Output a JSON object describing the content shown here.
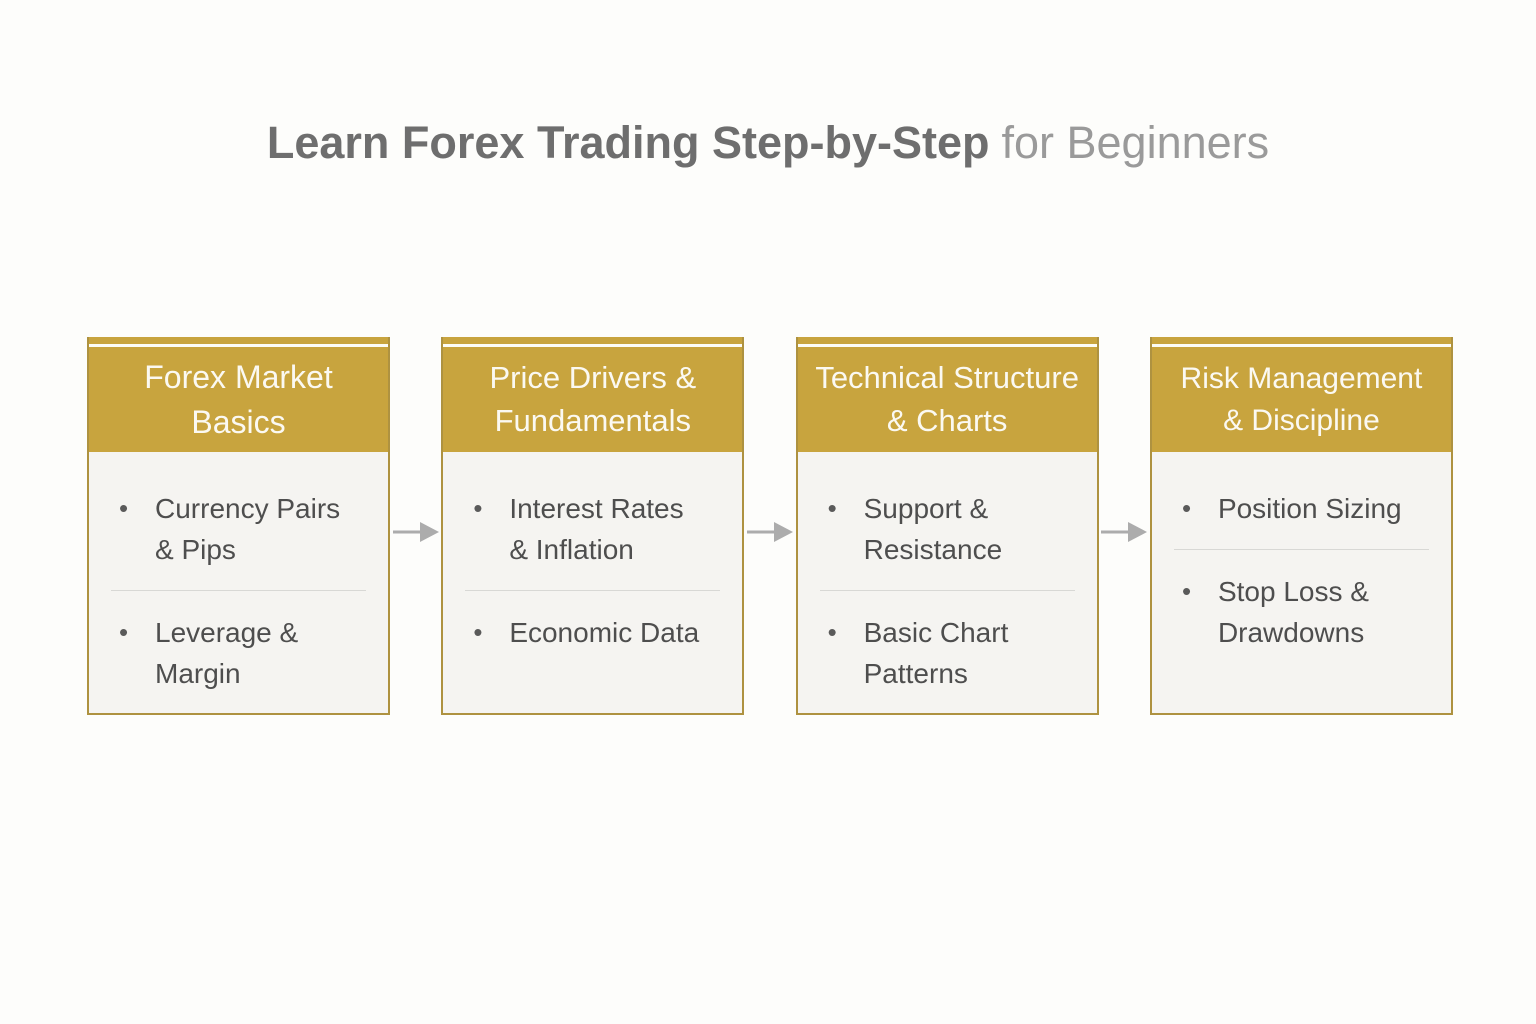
{
  "title": {
    "main": "Learn Forex Trading Step-by-Step",
    "suffix": "for Beginners"
  },
  "bullet_glyph": "•",
  "colors": {
    "header_gold": "#C8A43E",
    "card_border_gold": "#AE9240",
    "card_body_bg": "#F5F4F1",
    "header_text": "#FBF9F2",
    "body_text": "#4E4E4E",
    "divider_gray": "#D8D8D5",
    "arrow_gray": "#ACACAC",
    "title_main_gray": "#6E6E6E",
    "title_suffix_gray": "#9A9A9A",
    "page_bg": "#FDFDFB"
  },
  "steps": [
    {
      "title": "Forex Market\nBasics",
      "bullets": [
        "Currency Pairs\n& Pips",
        "Leverage & Margin"
      ]
    },
    {
      "title": "Price Drivers &\nFundamentals",
      "bullets": [
        "Interest Rates\n& Inflation",
        "Economic Data"
      ]
    },
    {
      "title": "Technical Structure\n& Charts",
      "bullets": [
        "Support &\nResistance",
        "Basic Chart\nPatterns"
      ]
    },
    {
      "title": "Risk Management\n& Discipline",
      "bullets": [
        "Position Sizing",
        "Stop Loss &\nDrawdowns"
      ]
    }
  ]
}
